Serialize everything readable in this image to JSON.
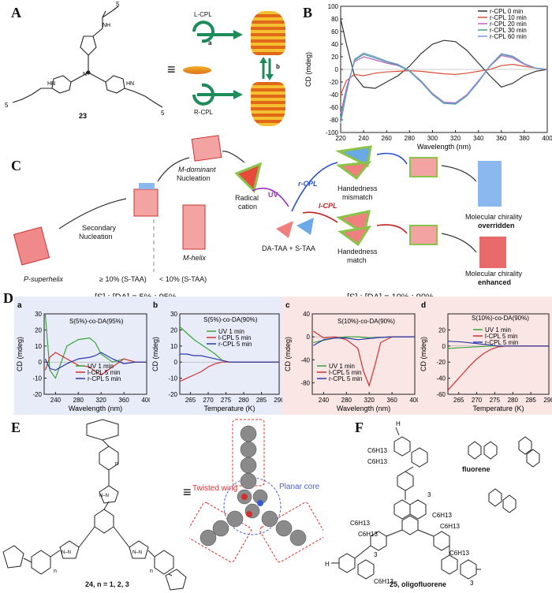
{
  "panels": {
    "A": {
      "label": "A",
      "compound": "23",
      "lcpl": "L-CPL",
      "rcpl": "R-CPL",
      "step_a": "a",
      "step_b": "b",
      "sub5_top": "5",
      "sub5_left": "5",
      "sub5_right": "5"
    },
    "C": {
      "label": "C",
      "labels": {
        "m_dominant": "M-dominant",
        "nucleation": "Nucleation",
        "radical": "Radical",
        "cation": "cation",
        "uv": "UV",
        "rcpl": "r-CPL",
        "lcpl": "l-CPL",
        "handedness_mismatch_1": "Handedness",
        "handedness_mismatch_2": "mismatch",
        "handedness_match_1": "Handedness",
        "handedness_match_2": "match",
        "mol_over_1": "Molecular chirality",
        "mol_over_2": "overridden",
        "mol_enh_1": "Molecular chirality",
        "mol_enh_2": "enhanced",
        "secondary_1": "Secondary",
        "secondary_2": "Nucleation",
        "p_superhelix": "P-superhelix",
        "m_helix": "M-helix",
        "ge10": "≥ 10% (S-TAA)",
        "lt10": "< 10% (S-TAA)",
        "mix": "DA-TAA + S-TAA"
      }
    },
    "D": {
      "label": "D",
      "header_left": "[S] : [DA] = 5% : 95%",
      "header_right": "[S] : [DA] = 10% : 90%"
    },
    "E": {
      "label": "E",
      "twisted": "Twisted wing",
      "planar": "Planar core",
      "compound": "24, n = 1, 2, 3",
      "n": "n"
    },
    "F": {
      "label": "F",
      "fluorene": "fluorene",
      "compound": "25, oligofluorene",
      "sub3": "3",
      "c6": "C6H13"
    }
  },
  "chart_data": [
    {
      "id": "B",
      "type": "line",
      "title": "",
      "xlabel": "Wavelength (nm)",
      "ylabel": "CD (mdeg)",
      "xlim": [
        220,
        400
      ],
      "ylim": [
        -100,
        100
      ],
      "xticks": [
        220,
        240,
        260,
        280,
        300,
        320,
        340,
        360,
        380,
        400
      ],
      "yticks": [
        -100,
        -80,
        -60,
        -40,
        -20,
        0,
        20,
        40,
        60,
        80,
        100
      ],
      "legend": "top-right",
      "series": [
        {
          "name": "r-CPL 0 min",
          "color": "#333333",
          "x": [
            220,
            225,
            232,
            240,
            250,
            260,
            270,
            280,
            290,
            300,
            310,
            320,
            330,
            340,
            350,
            360,
            370,
            380,
            390,
            400
          ],
          "y": [
            80,
            40,
            -10,
            -28,
            -30,
            -20,
            -10,
            5,
            25,
            40,
            46,
            44,
            30,
            10,
            -10,
            -28,
            -22,
            -10,
            -3,
            0
          ]
        },
        {
          "name": "r-CPL 10 min",
          "color": "#d9503a",
          "x": [
            220,
            225,
            232,
            240,
            250,
            260,
            270,
            280,
            290,
            300,
            310,
            320,
            330,
            340,
            350,
            360,
            370,
            380,
            390,
            400
          ],
          "y": [
            -40,
            -18,
            -8,
            -10,
            -6,
            -4,
            -3,
            -2,
            -3,
            -5,
            -7,
            -8,
            -6,
            -3,
            0,
            6,
            8,
            5,
            2,
            0
          ]
        },
        {
          "name": "r-CPL 20 min",
          "color": "#c060c0",
          "x": [
            220,
            225,
            232,
            240,
            250,
            260,
            270,
            280,
            290,
            300,
            310,
            320,
            330,
            340,
            350,
            360,
            370,
            380,
            390,
            400
          ],
          "y": [
            -70,
            -30,
            12,
            20,
            15,
            10,
            6,
            -2,
            -18,
            -38,
            -52,
            -53,
            -40,
            -18,
            5,
            22,
            18,
            8,
            2,
            0
          ]
        },
        {
          "name": "r-CPL 30 min",
          "color": "#3aa090",
          "x": [
            220,
            225,
            232,
            240,
            250,
            260,
            270,
            280,
            290,
            300,
            310,
            320,
            330,
            340,
            350,
            360,
            370,
            380,
            390,
            400
          ],
          "y": [
            -78,
            -35,
            14,
            24,
            18,
            12,
            7,
            -3,
            -20,
            -40,
            -54,
            -55,
            -42,
            -20,
            5,
            24,
            20,
            9,
            2,
            0
          ]
        },
        {
          "name": "r-CPL 60 min",
          "color": "#7a9ad8",
          "x": [
            220,
            225,
            232,
            240,
            250,
            260,
            270,
            280,
            290,
            300,
            310,
            320,
            330,
            340,
            350,
            360,
            370,
            380,
            390,
            400
          ],
          "y": [
            -85,
            -38,
            16,
            26,
            20,
            13,
            8,
            -2,
            -19,
            -39,
            -53,
            -54,
            -41,
            -19,
            6,
            25,
            21,
            9,
            2,
            0
          ]
        }
      ]
    },
    {
      "id": "Da",
      "type": "line",
      "title": "S(5%)-co-DA(95%)",
      "xlabel": "Wavelength (nm)",
      "ylabel": "CD (mdeg)",
      "xlim": [
        220,
        400
      ],
      "ylim": [
        -20,
        30
      ],
      "xticks": [
        240,
        280,
        320,
        360,
        400
      ],
      "yticks": [
        -20,
        -10,
        0,
        10,
        20,
        30
      ],
      "series": [
        {
          "name": "UV 1 min",
          "color": "#3aa53a",
          "x": [
            222,
            230,
            240,
            260,
            280,
            300,
            310,
            320,
            340,
            360,
            380,
            400
          ],
          "y": [
            30,
            -5,
            -10,
            10,
            14,
            15,
            12,
            5,
            0,
            2,
            0,
            0
          ]
        },
        {
          "name": "l-CPL 5 min",
          "color": "#d03030",
          "x": [
            222,
            230,
            240,
            260,
            280,
            300,
            310,
            320,
            340,
            360,
            380,
            400
          ],
          "y": [
            -5,
            3,
            6,
            2,
            -2,
            -3,
            -6,
            -8,
            -3,
            2,
            0,
            0
          ]
        },
        {
          "name": "r-CPL 5 min",
          "color": "#2a3aa8",
          "x": [
            222,
            230,
            240,
            260,
            280,
            300,
            310,
            320,
            340,
            360,
            380,
            400
          ],
          "y": [
            2,
            -4,
            -5,
            -1,
            2,
            3,
            4,
            6,
            2,
            -1,
            0,
            0
          ]
        }
      ]
    },
    {
      "id": "Db",
      "type": "line",
      "title": "S(5%)-co-DA(90%)",
      "xlabel": "Temperature (K)",
      "ylabel": "CD (mdeg)",
      "xlim": [
        262,
        290
      ],
      "ylim": [
        -20,
        30
      ],
      "xticks": [
        265,
        270,
        275,
        280,
        285,
        290
      ],
      "yticks": [
        -20,
        -10,
        0,
        10,
        20,
        30
      ],
      "series": [
        {
          "name": "UV 1 min",
          "color": "#3aa53a",
          "x": [
            262,
            264,
            266,
            268,
            270,
            272,
            274,
            276,
            280,
            285,
            290
          ],
          "y": [
            22,
            18,
            14,
            11,
            8,
            5,
            1,
            0,
            0,
            0,
            0
          ]
        },
        {
          "name": "l-CPL 5 min",
          "color": "#d03030",
          "x": [
            262,
            264,
            266,
            268,
            270,
            272,
            274,
            276,
            280,
            285,
            290
          ],
          "y": [
            -12,
            -10,
            -8,
            -6,
            -3,
            -1,
            0,
            0,
            0,
            0,
            0
          ]
        },
        {
          "name": "r-CPL 5 min",
          "color": "#2a3aa8",
          "x": [
            262,
            264,
            266,
            268,
            270,
            272,
            274,
            276,
            280,
            285,
            290
          ],
          "y": [
            5,
            5,
            4,
            4,
            3,
            2,
            1,
            0,
            0,
            0,
            0
          ]
        }
      ]
    },
    {
      "id": "Dc",
      "type": "line",
      "title": "S(10%)-co-DA(90%)",
      "xlabel": "Wavelength (nm)",
      "ylabel": "CD (mdeg)",
      "xlim": [
        220,
        400
      ],
      "ylim": [
        -100,
        40
      ],
      "xticks": [
        240,
        280,
        320,
        360,
        400
      ],
      "yticks": [
        -80,
        -40,
        0,
        40
      ],
      "series": [
        {
          "name": "UV 1 min",
          "color": "#3aa53a",
          "x": [
            222,
            240,
            260,
            280,
            300,
            320,
            340,
            360,
            380,
            400
          ],
          "y": [
            -10,
            -6,
            -2,
            0,
            0,
            -2,
            -1,
            0,
            0,
            0
          ]
        },
        {
          "name": "l-CPL 5 min",
          "color": "#d03030",
          "x": [
            222,
            240,
            260,
            280,
            300,
            310,
            320,
            330,
            340,
            360,
            400
          ],
          "y": [
            10,
            -2,
            0,
            -5,
            -20,
            -60,
            -85,
            -50,
            -10,
            0,
            0
          ]
        },
        {
          "name": "r-CPL 5 min",
          "color": "#2a3aa8",
          "x": [
            222,
            240,
            260,
            280,
            300,
            320,
            340,
            360,
            380,
            400
          ],
          "y": [
            -15,
            -5,
            -2,
            -2,
            -5,
            -3,
            -1,
            0,
            0,
            0
          ]
        }
      ]
    },
    {
      "id": "Dd",
      "type": "line",
      "title": "S(10%)-co-DA(90%)",
      "xlabel": "Temperature (K)",
      "ylabel": "CD (mdeg)",
      "xlim": [
        262,
        290
      ],
      "ylim": [
        -60,
        40
      ],
      "xticks": [
        265,
        270,
        275,
        280,
        285,
        290
      ],
      "yticks": [
        -60,
        -40,
        -20,
        0,
        20
      ],
      "series": [
        {
          "name": "UV 1 min",
          "color": "#3aa53a",
          "x": [
            262,
            266,
            270,
            274,
            276,
            280,
            285,
            290
          ],
          "y": [
            -3,
            -2,
            -1,
            0,
            0,
            0,
            0,
            0
          ]
        },
        {
          "name": "l-CPL 5 min",
          "color": "#d03030",
          "x": [
            262,
            264,
            266,
            268,
            270,
            272,
            274,
            276,
            278,
            280,
            290
          ],
          "y": [
            -55,
            -45,
            -35,
            -25,
            -16,
            -9,
            -4,
            -1,
            0,
            0,
            0
          ]
        },
        {
          "name": "r-CPL 5 min",
          "color": "#2a3aa8",
          "x": [
            262,
            266,
            270,
            274,
            276,
            280,
            285,
            290
          ],
          "y": [
            6,
            5,
            3,
            1,
            0,
            0,
            0,
            0
          ]
        }
      ]
    }
  ]
}
